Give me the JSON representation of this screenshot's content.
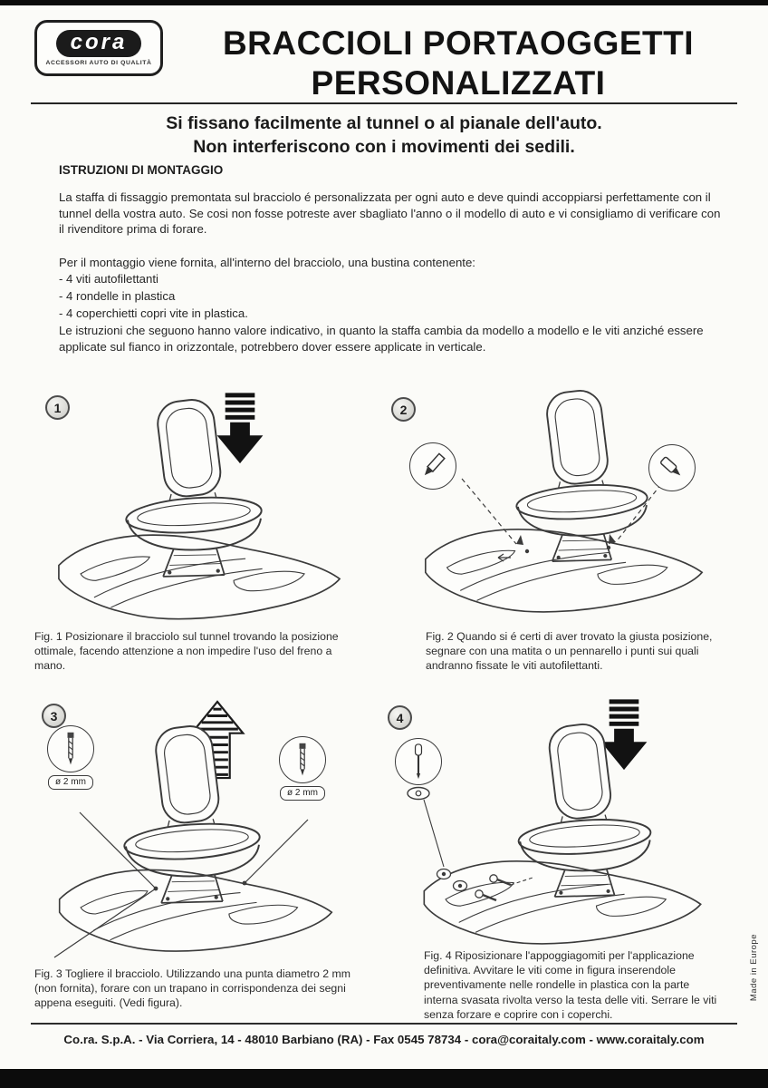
{
  "header": {
    "logo_text": "cora",
    "logo_subtext": "ACCESSORI AUTO DI QUALITÀ",
    "title_line1": "BRACCIOLI PORTAOGGETTI",
    "title_line2": "PERSONALIZZATI",
    "subtitle_line1": "Si fissano facilmente al tunnel o al pianale dell'auto.",
    "subtitle_line2": "Non interferiscono con i movimenti dei sedili."
  },
  "instructions": {
    "section_title": "ISTRUZIONI DI MONTAGGIO",
    "paragraph1": "La staffa di fissaggio premontata sul bracciolo é personalizzata per ogni auto e deve quindi accoppiarsi perfettamente con il tunnel della vostra auto. Se cosi non fosse potreste aver sbagliato l'anno o il modello di auto e vi consigliamo di verificare con il rivenditore prima di forare.",
    "paragraph2_intro": "Per il montaggio viene fornita, all'interno del bracciolo, una bustina contenente:",
    "kit_items": [
      "- 4 viti autofilettanti",
      "- 4 rondelle in plastica",
      "- 4 coperchietti copri vite in plastica."
    ],
    "paragraph3": "Le istruzioni che seguono hanno valore indicativo, in quanto la staffa cambia da modello a modello e le viti anziché essere applicate sul fianco in orizzontale, potrebbero dover essere applicate in verticale."
  },
  "figures": [
    {
      "number": "1",
      "caption": "Fig. 1 Posizionare il bracciolo sul tunnel trovando la posizione ottimale, facendo attenzione a non impedire l'uso del freno a mano."
    },
    {
      "number": "2",
      "caption": "Fig. 2 Quando si é certi di aver trovato la giusta posizione, segnare con una matita o un pennarello i punti sui quali andranno fissate le viti autofilettanti."
    },
    {
      "number": "3",
      "caption": "Fig. 3 Togliere il bracciolo. Utilizzando una punta diametro 2 mm (non fornita), forare con un trapano in corrispondenza dei segni appena eseguiti. (Vedi figura).",
      "drill_label": "ø 2 mm"
    },
    {
      "number": "4",
      "caption": "Fig. 4 Riposizionare l'appoggiagomiti per l'applicazione definitiva. Avvitare le viti come in figura inserendole preventivamente nelle rondelle in plastica con la parte interna svasata rivolta verso la testa delle viti. Serrare le viti senza forzare e coprire con i coperchi."
    }
  ],
  "footer": {
    "company_line": "Co.ra. S.p.A. - Via Corriera, 14 - 48010 Barbiano (RA) - Fax 0545 78734 - cora@coraitaly.com - www.coraitaly.com",
    "made_in": "Made in Europe"
  },
  "colors": {
    "ink": "#1c1c1c",
    "paper": "#fbfbf8",
    "line": "#3b3b3b"
  }
}
